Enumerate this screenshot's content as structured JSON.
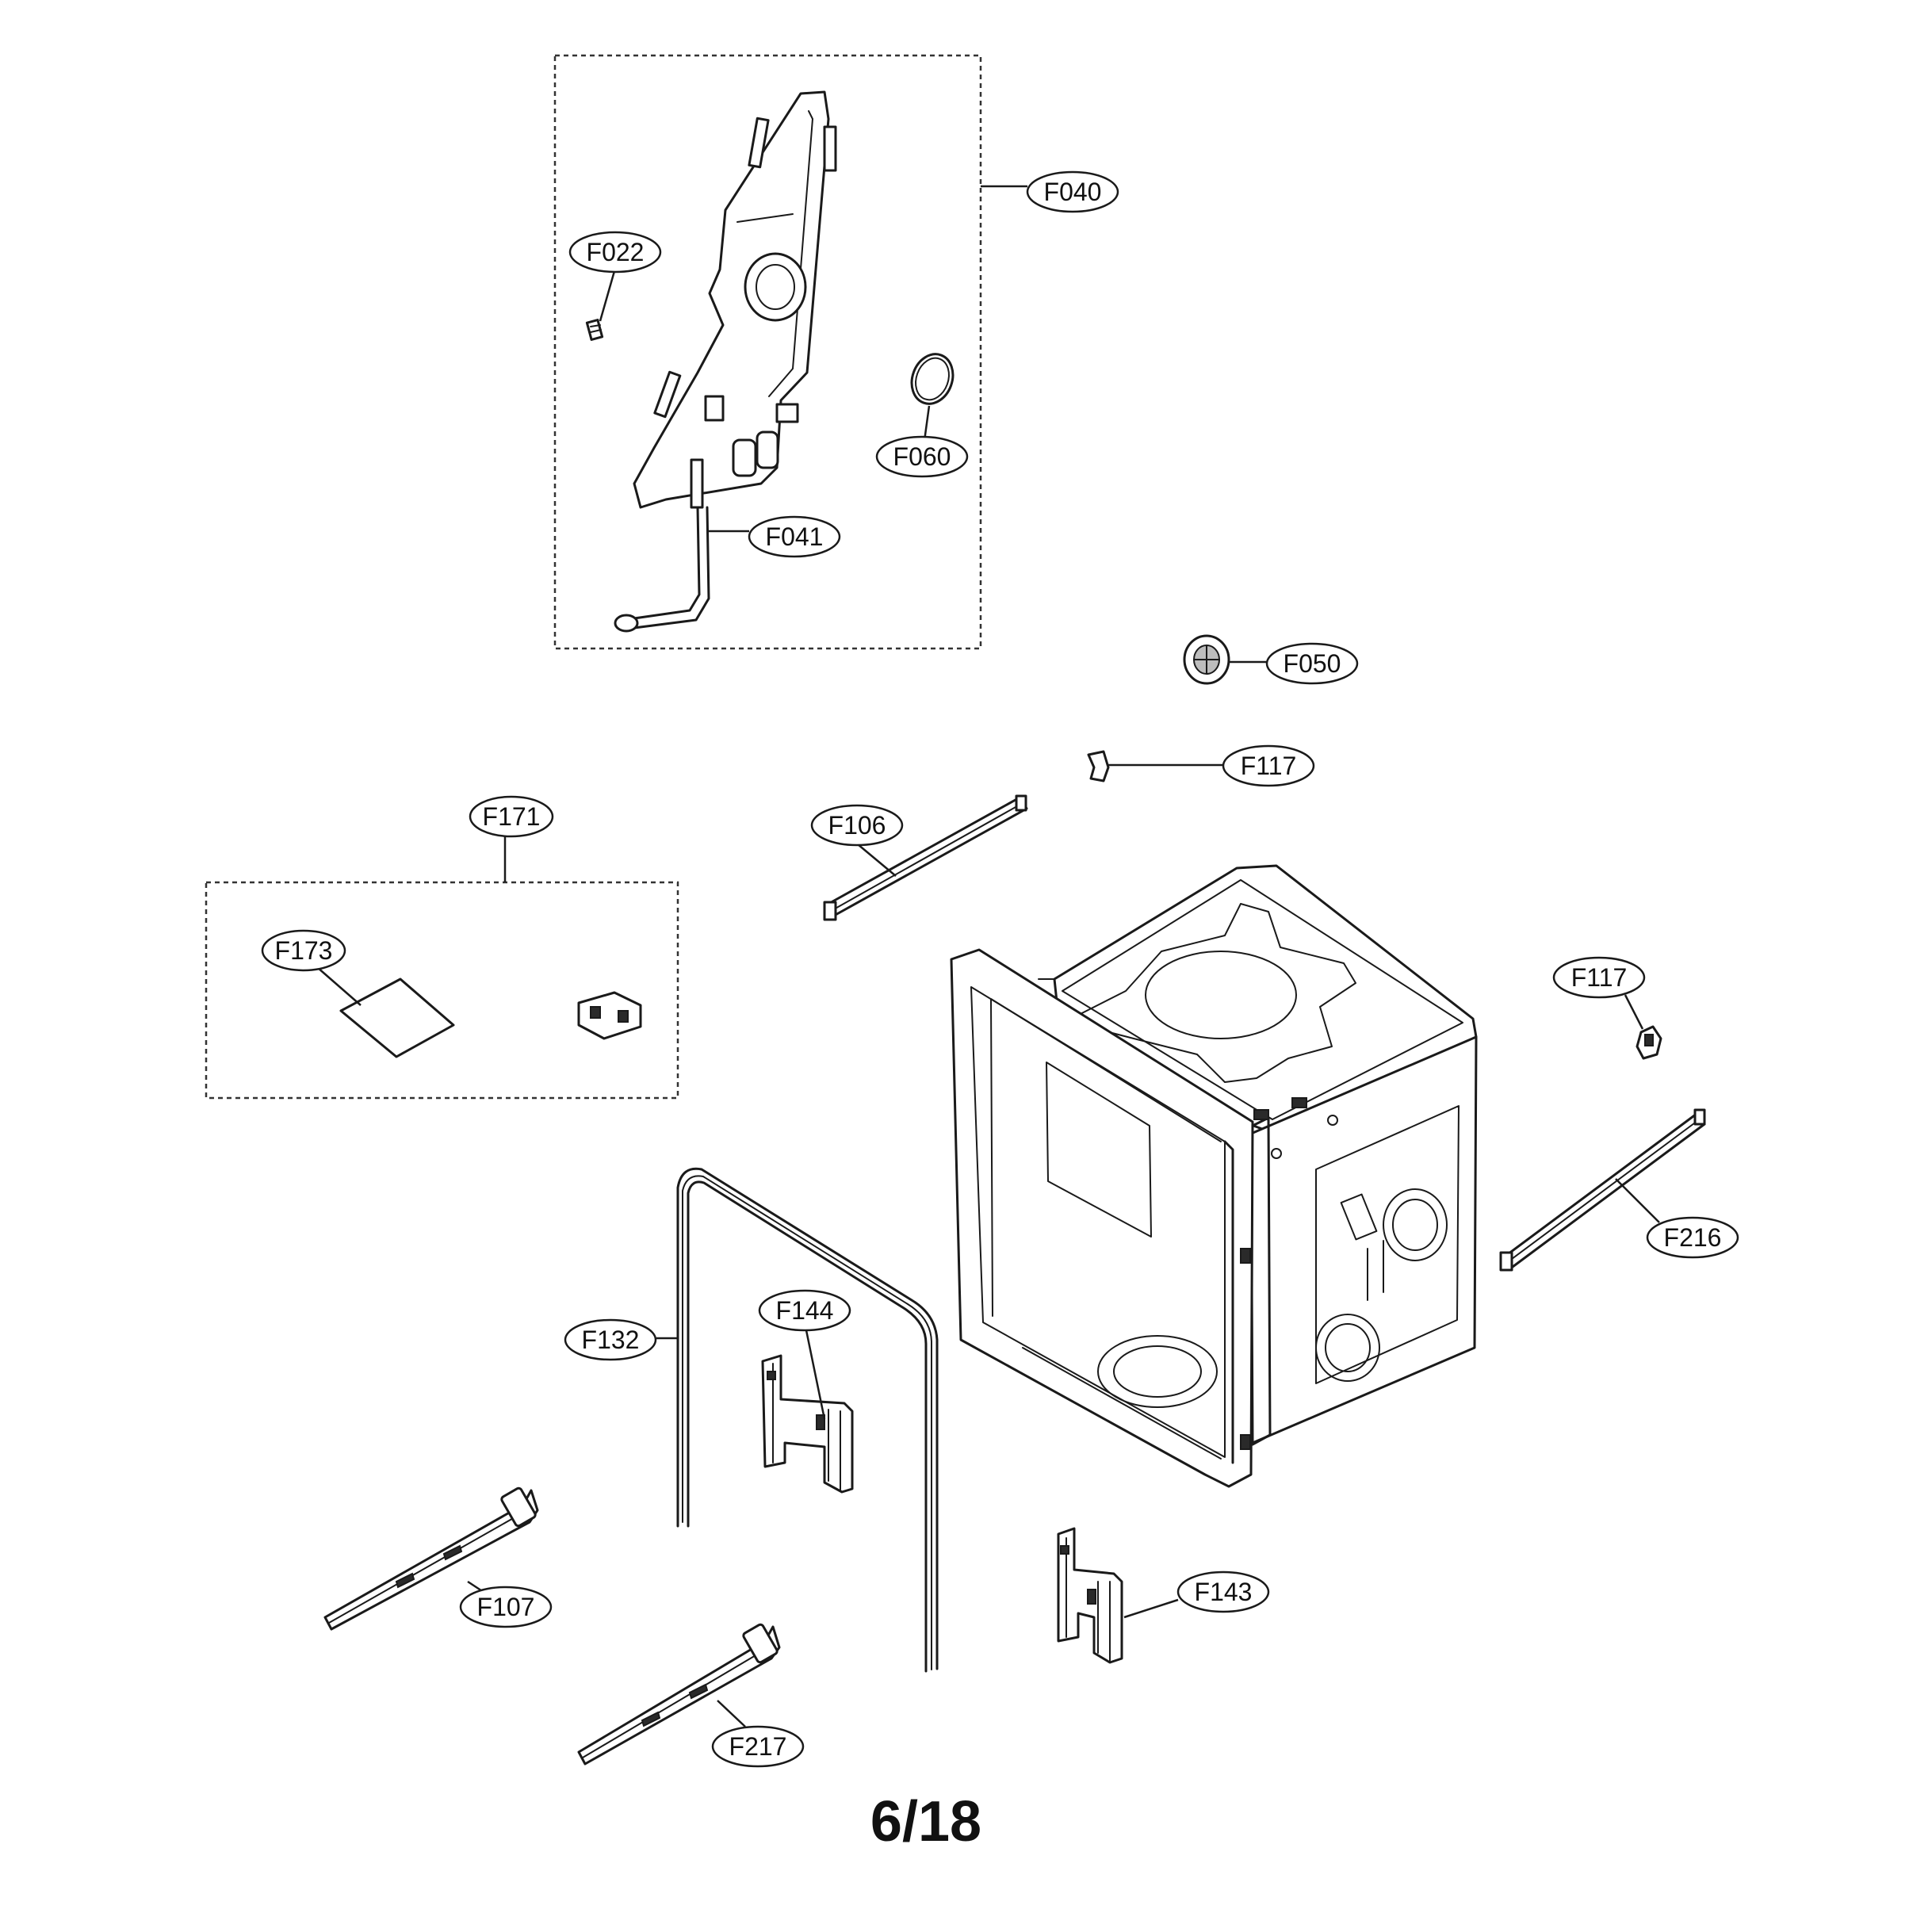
{
  "callouts": {
    "f040": "F040",
    "f022": "F022",
    "f060": "F060",
    "f041": "F041",
    "f050": "F050",
    "f117_top": "F117",
    "f106": "F106",
    "f171": "F171",
    "f173": "F173",
    "f117_right": "F117",
    "f216": "F216",
    "f132": "F132",
    "f144": "F144",
    "f143": "F143",
    "f107": "F107",
    "f217": "F217"
  },
  "page_number": "6/18"
}
